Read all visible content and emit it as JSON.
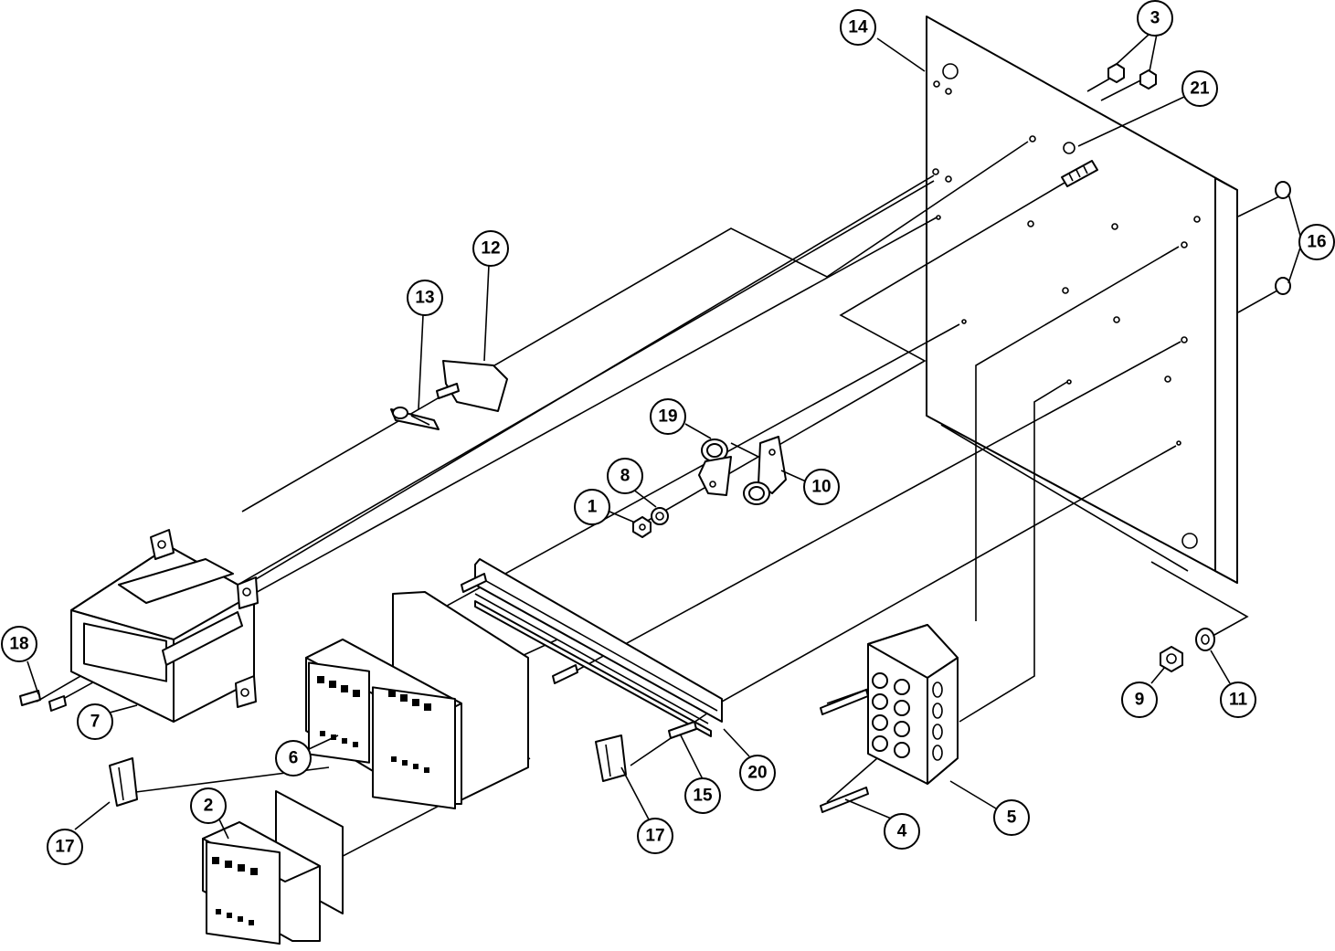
{
  "callouts": {
    "c1": "1",
    "c2": "2",
    "c3": "3",
    "c4": "4",
    "c5": "5",
    "c6": "6",
    "c7": "7",
    "c8": "8",
    "c9": "9",
    "c10": "10",
    "c11": "11",
    "c12": "12",
    "c13": "13",
    "c14": "14",
    "c15": "15",
    "c16": "16",
    "c17a": "17",
    "c17b": "17",
    "c18": "18",
    "c19": "19",
    "c20": "20",
    "c21": "21"
  },
  "colors": {
    "ink": "#000000",
    "paper": "#ffffff"
  }
}
